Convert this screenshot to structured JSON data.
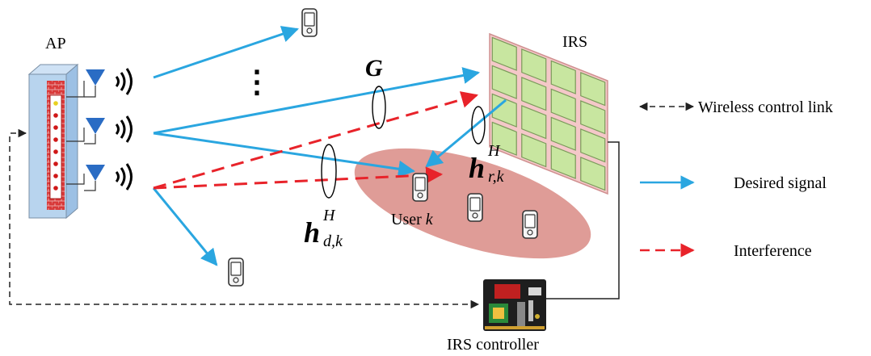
{
  "labels": {
    "ap": "AP",
    "irs": "IRS",
    "irs_controller": "IRS controller",
    "user_prefix": "User ",
    "user_index": "k",
    "dots": "⋮"
  },
  "math": {
    "g": "G",
    "h_r_main": "h",
    "h_r_sup": "H",
    "h_r_sub": "r,k",
    "h_d_main": "h",
    "h_d_sup": "H",
    "h_d_sub": "d,k"
  },
  "legend": [
    {
      "label": "Wireless control link",
      "style": "black-dashed-bidirectional"
    },
    {
      "label": "Desired signal",
      "style": "blue-solid-arrow"
    },
    {
      "label": "Interference",
      "style": "red-dashed-arrow"
    }
  ],
  "colors": {
    "desired": "#2aa6e0",
    "interference": "#e8232a",
    "control": "#222222",
    "user_region": "#d98b85",
    "irs_frame": "#e8a8a8",
    "irs_element": "#c8e6a0",
    "ap_body": "#b8d4ee",
    "antenna": "#2a6cc4"
  },
  "icons": [
    "access-point-icon",
    "antenna-icon",
    "wireless-wave-icon",
    "phone-icon",
    "irs-panel-icon",
    "controller-board-icon"
  ]
}
